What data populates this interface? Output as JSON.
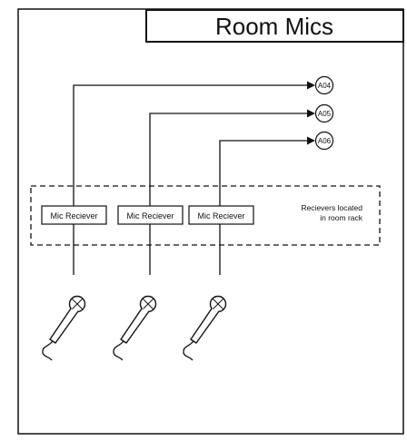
{
  "title": "Room Mics",
  "receivers": [
    {
      "label": "Mic Reciever",
      "output": "A04"
    },
    {
      "label": "Mic Reciever",
      "output": "A05"
    },
    {
      "label": "Mic Reciever",
      "output": "A06"
    }
  ],
  "rack_note": {
    "line1": "Recievers located",
    "line2": "in room rack"
  },
  "icons": [
    "microphone-icon",
    "microphone-icon",
    "microphone-icon"
  ]
}
